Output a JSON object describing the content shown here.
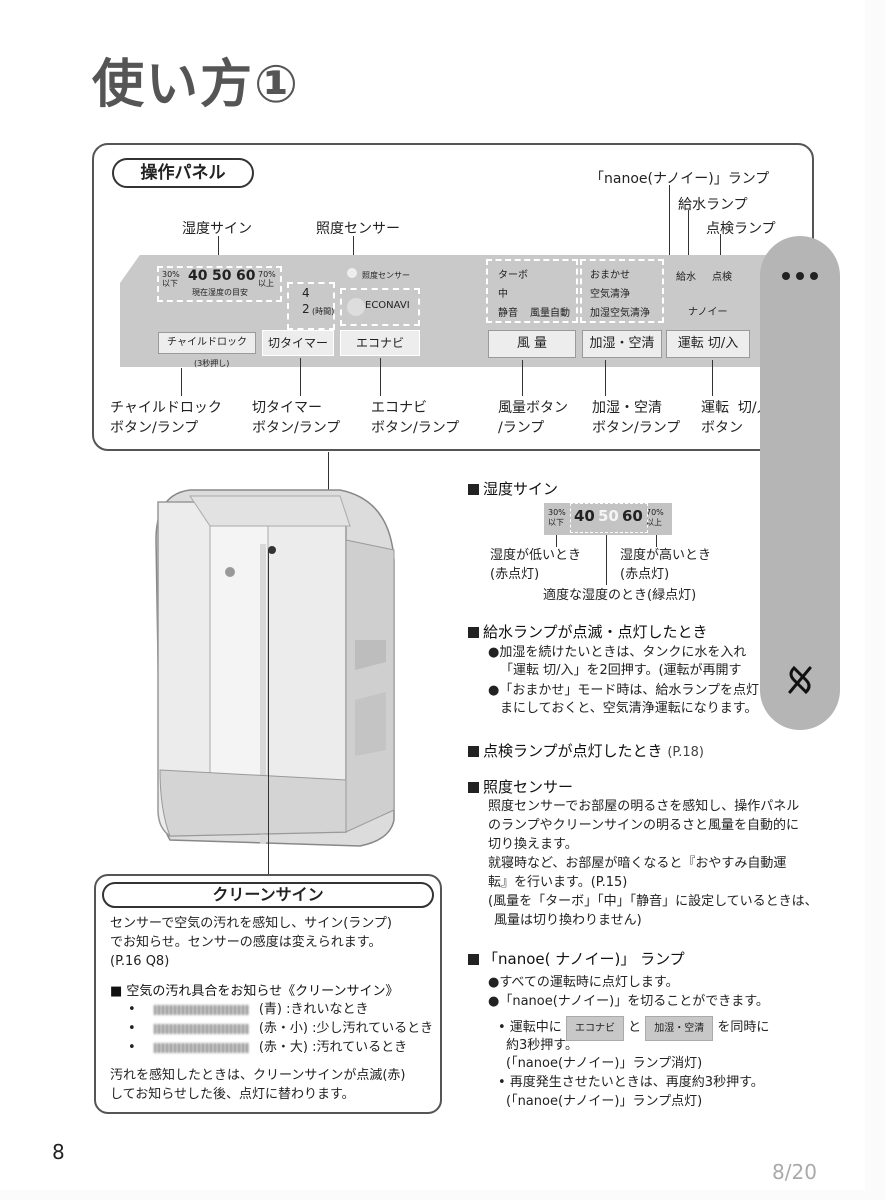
{
  "title": "使い方①",
  "panel_label": "操作パネル",
  "callouts_top": {
    "nanoe_lamp": "「nanoe(ナノイー)」ランプ",
    "water_lamp": "給水ランプ",
    "check_lamp": "点検ランプ",
    "humidity_sign": "湿度サイン",
    "light_sensor": "照度センサー"
  },
  "panel": {
    "hum_low": "30%\n以下",
    "hum_40": "40",
    "hum_50": "50",
    "hum_60": "60",
    "hum_high": "70%\n以上",
    "hum_guide": "現在湿度の目安",
    "sensor_text": "照度センサー",
    "timer_4": "4",
    "timer_2": "2",
    "timer_unit": "(時間)",
    "econavi": "ECONAVI",
    "fan_turbo": "ターボ",
    "fan_mid": "中",
    "fan_quiet": "静音",
    "fan_auto": "風量自動",
    "mode_omakase": "おまかせ",
    "mode_air": "空気清浄",
    "mode_humid": "加湿空気清浄",
    "lamp_water": "給水",
    "lamp_check": "点検",
    "lamp_nanoe": "ナノイー",
    "btn_child": "チャイルドロック",
    "btn_child_note": "(3秒押し)",
    "btn_timer": "切タイマー",
    "btn_eco": "エコナビ",
    "btn_fan": "風 量",
    "btn_mode": "加湿・空清",
    "btn_power": "運転  切/入"
  },
  "callouts_bottom": {
    "child": "チャイルドロック\nボタン/ランプ",
    "timer": "切タイマー\nボタン/ランプ",
    "eco": "エコナビ\nボタン/ランプ",
    "fan": "風量ボタン\n/ランプ",
    "mode": "加湿・空清\nボタン/ランプ",
    "power": "運転  切/入\nボタン"
  },
  "humidity_section": {
    "heading": "湿度サイン",
    "scale_low": "30%\n以下",
    "v40": "40",
    "v50": "50",
    "v60": "60",
    "scale_high": "70%\n以上",
    "low_note": "湿度が低いとき\n(赤点灯)",
    "high_note": "湿度が高いとき\n(赤点灯)",
    "ok_note": "適度な湿度のとき(緑点灯)"
  },
  "water_section": {
    "heading": "給水ランプが点滅・点灯したとき",
    "b1": "●加湿を続けたいときは、タンクに水を入れ",
    "b1b": "「運転 切/入」を2回押す。(運転が再開す",
    "b2": "●「おまかせ」モード時は、給水ランプを点灯",
    "b2b": "まにしておくと、空気清浄運転になります。"
  },
  "check_section": {
    "heading": "点検ランプが点灯したとき",
    "ref": "(P.18)"
  },
  "sensor_section": {
    "heading": "照度センサー",
    "l1": "照度センサーでお部屋の明るさを感知し、操作パネル",
    "l2": "のランプやクリーンサインの明るさと風量を自動的に",
    "l3": "切り換えます。",
    "l4": "就寝時など、お部屋が暗くなると『おやすみ自動運",
    "l5": "転』を行います。(P.15)",
    "l6": "(風量を「ターボ」「中」「静音」に設定しているときは、",
    "l7": "風量は切り換わりません)"
  },
  "nanoe_section": {
    "heading": "「nanoe( ナノイー)」 ランプ",
    "b1": "●すべての運転時に点灯します。",
    "b2": "●「nanoe(ナノイー)」を切ることができます。",
    "s1a": "• 運転中に",
    "s1btn1": "エコナビ",
    "s1and": "と",
    "s1btn2": "加湿・空清",
    "s1b": "を同時に",
    "s1c": "約3秒押す。",
    "s1d": "(「nanoe(ナノイー)」ランプ消灯)",
    "s2a": "• 再度発生させたいときは、再度約3秒押す。",
    "s2b": "(「nanoe(ナノイー)」ランプ点灯)"
  },
  "clean_sign": {
    "title": "クリーンサイン",
    "l1": "センサーで空気の汚れを感知し、サイン(ランプ)",
    "l2": "でお知らせ。センサーの感度は変えられます。",
    "l3": "(P.16 Q8)",
    "sub": "■ 空気の汚れ具合をお知らせ《クリーンサイン》",
    "r1c": "(青)",
    "r1t": ":きれいなとき",
    "r2c": "(赤・小)",
    "r2t": ":少し汚れているとき",
    "r3c": "(赤・大)",
    "r3t": ":汚れているとき",
    "f1": "汚れを感知したときは、クリーンサインが点滅(赤)",
    "f2": "してお知らせした後、点灯に替わります。"
  },
  "page_number": "8",
  "page_indicator": "8/20"
}
